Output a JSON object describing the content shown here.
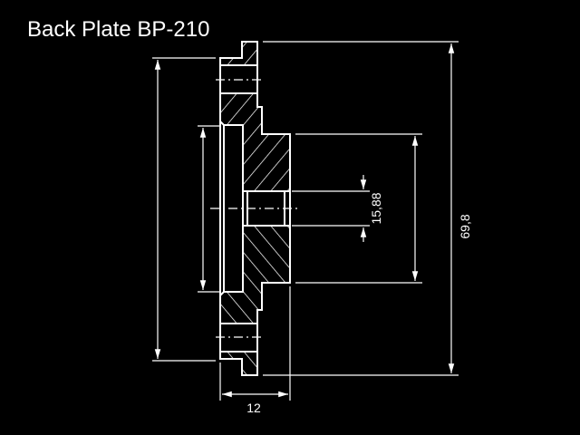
{
  "title": "Back Plate BP-210",
  "dimensions": {
    "overall_height": "69,8",
    "bore_diameter": "15,88",
    "thickness": "12"
  },
  "colors": {
    "background": "#000000",
    "lines": "#ffffff"
  }
}
